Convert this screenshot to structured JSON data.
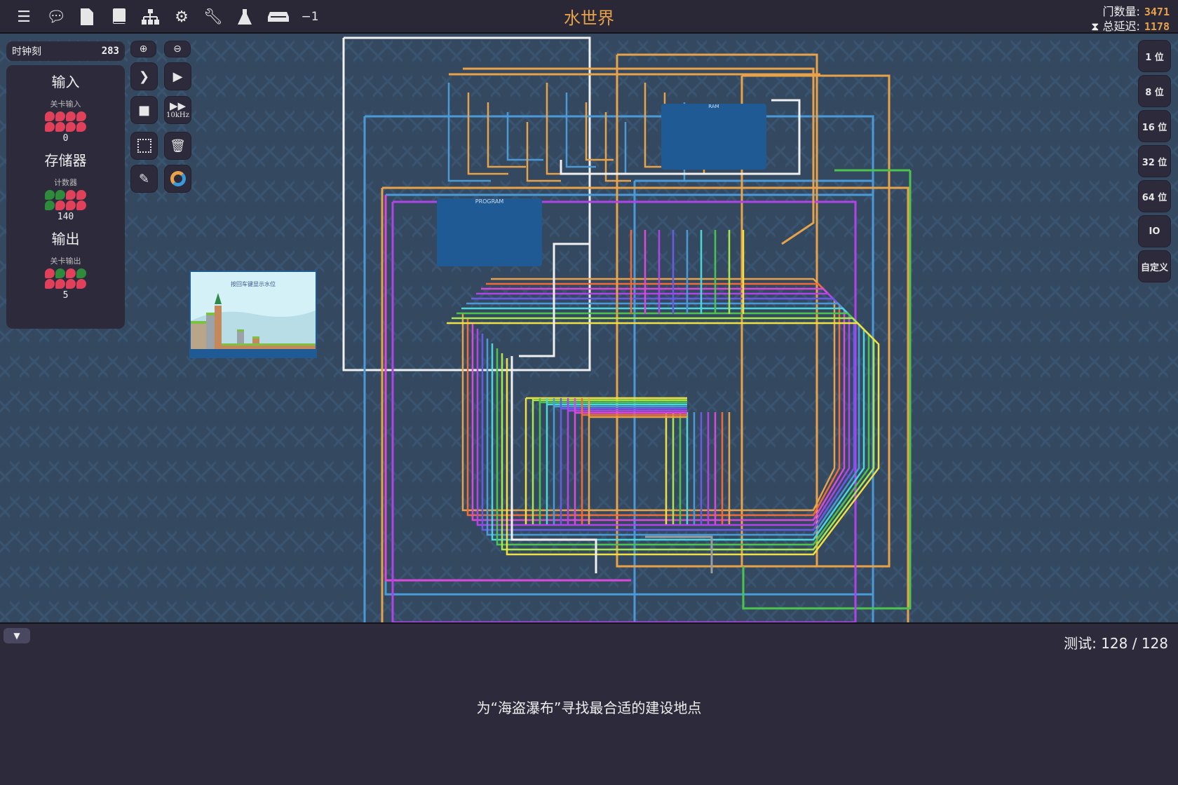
{
  "toolbar": {
    "icons": [
      "menu-icon",
      "chat-icon",
      "file-icon",
      "book-icon",
      "hierarchy-icon",
      "gear-icon",
      "wrench-icon",
      "flask-icon",
      "inbox-icon"
    ],
    "counter": "−1"
  },
  "title": "水世界",
  "stats": {
    "gate_label": "门数量:",
    "gate_value": "3471",
    "delay_label": "总延迟:",
    "delay_value": "1178"
  },
  "clock": {
    "label": "时钟刻",
    "value": "283"
  },
  "controls": {
    "speed": "10kHz"
  },
  "panel": {
    "input_title": "输入",
    "input_name": "关卡输入",
    "input_value": "0",
    "input_bits": [
      0,
      0,
      0,
      0,
      0,
      0,
      0,
      0
    ],
    "memory_title": "存储器",
    "counter_name": "计数器",
    "counter_value": "140",
    "counter_bits": [
      1,
      1,
      0,
      0,
      1,
      0,
      0,
      0
    ],
    "output_title": "输出",
    "output_name": "关卡输出",
    "output_value": "5",
    "output_bits": [
      0,
      1,
      0,
      1,
      0,
      0,
      0,
      0
    ]
  },
  "preview": {
    "caption": "按回车键显示水位"
  },
  "circuit": {
    "ram_label": "RAM",
    "program_label": "PROGRAM"
  },
  "right_buttons": [
    "1 位",
    "8 位",
    "16 位",
    "32 位",
    "64 位",
    "IO",
    "自定义"
  ],
  "bottom": {
    "tests": "测试: 128 / 128",
    "message": "为“海盗瀑布”寻找最合适的建设地点"
  },
  "colors": {
    "accent": "#e8a24a",
    "bit_on": "#2e8b3c",
    "bit_off": "#e0405a"
  }
}
